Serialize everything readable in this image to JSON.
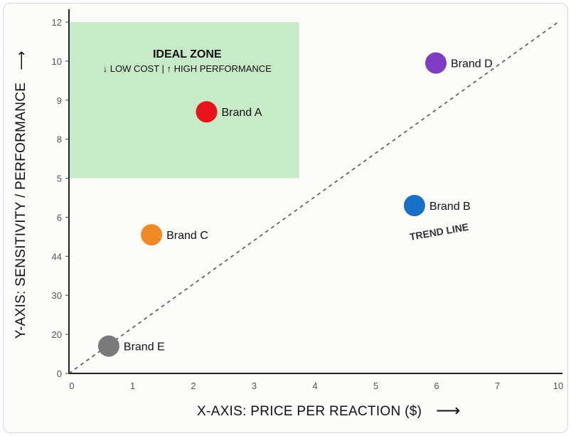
{
  "chart_data": {
    "type": "scatter",
    "xlabel": "X-AXIS:  PRICE PER REACTION ($)",
    "ylabel": "Y-AXIS: SENSITIVITY  / PERFORMANCE",
    "xlabel_arrow": "⟶",
    "ylabel_arrow": "⟶",
    "x_tick_labels": [
      "0",
      "1",
      "2",
      "3",
      "4",
      "5",
      "6",
      "7",
      "10"
    ],
    "y_tick_labels": [
      "0",
      "20",
      "30",
      "44",
      "6",
      "5",
      "8",
      "9",
      "10",
      "12"
    ],
    "xlim": [
      0,
      8
    ],
    "ylim": [
      0,
      9
    ],
    "points": [
      {
        "name": "Brand A",
        "x": 2.25,
        "y": 6.7,
        "color": "#e8141b"
      },
      {
        "name": "Brand B",
        "x": 5.65,
        "y": 4.3,
        "color": "#1a6fc6"
      },
      {
        "name": "Brand C",
        "x": 1.35,
        "y": 3.55,
        "color": "#f08a24"
      },
      {
        "name": "Brand D",
        "x": 6.0,
        "y": 7.95,
        "color": "#7e3cc4"
      },
      {
        "name": "Brand E",
        "x": 0.65,
        "y": 0.7,
        "color": "#7a7a7a"
      }
    ],
    "trend_line": {
      "label": "TREND LINE",
      "x": [
        0,
        8
      ],
      "y": [
        0,
        9
      ],
      "style": "dashed"
    },
    "region": {
      "title": "IDEAL ZONE",
      "subtitle": "↓ LOW COST | ↑ HIGH PERFORMANCE",
      "x": [
        0,
        3.75
      ],
      "y": [
        5,
        9
      ],
      "color": "#c6ebc6"
    },
    "grid": false
  }
}
